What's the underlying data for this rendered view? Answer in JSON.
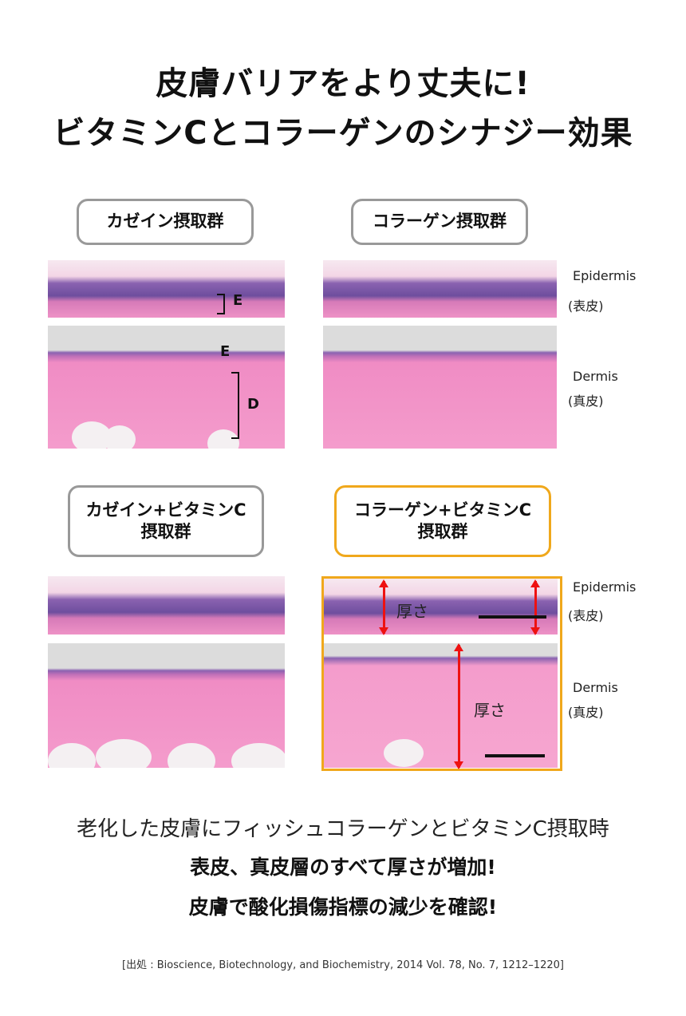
{
  "title": {
    "line1": "皮膚バリアをより丈夫に!",
    "line2": "ビタミンCとコラーゲンのシナジー効果"
  },
  "groups": [
    {
      "label": "カゼイン摂取群"
    },
    {
      "label": "コラーゲン摂取群"
    },
    {
      "label": "カゼイン+ビタミンC\n摂取群"
    },
    {
      "label": "コラーゲン+ビタミンC\n摂取群"
    }
  ],
  "annotations": {
    "e": "E",
    "d": "D",
    "thickness": "厚さ"
  },
  "side_labels": {
    "epidermis": "Epidermis",
    "epidermis_jp": "(表皮)",
    "dermis": "Dermis",
    "dermis_jp": "(真皮)"
  },
  "summary": {
    "line1": "老化した皮膚にフィッシュコラーゲンとビタミンC摂取時",
    "line2": "表皮、真皮層のすべて厚さが増加!",
    "line3": "皮膚で酸化損傷指標の減少を確認!"
  },
  "citation": "[出処 : Bioscience, Biotechnology, and Biochemistry, 2014 Vol. 78, No. 7, 1212–1220]",
  "colors": {
    "highlight": "#f0a81c",
    "arrow": "#e11111"
  }
}
